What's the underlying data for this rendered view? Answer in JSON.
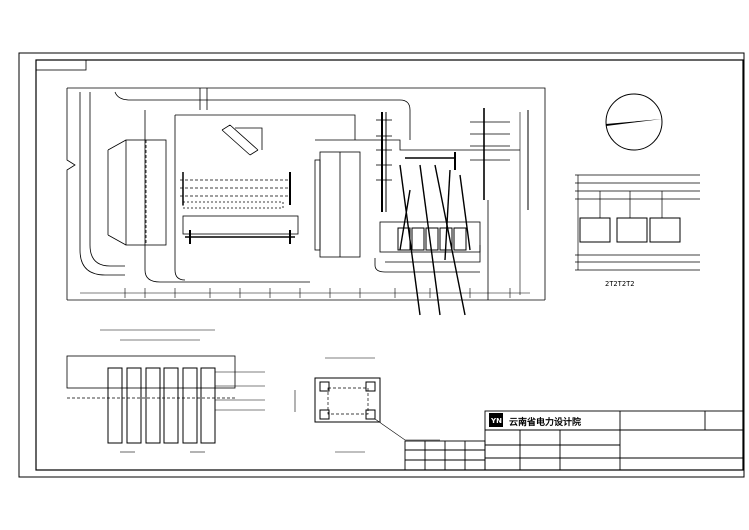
{
  "title_block": {
    "logo_text": "YN",
    "institute": "云南省电力设计院"
  },
  "labels": {
    "bottom_right_code": "2T2T2T2"
  }
}
